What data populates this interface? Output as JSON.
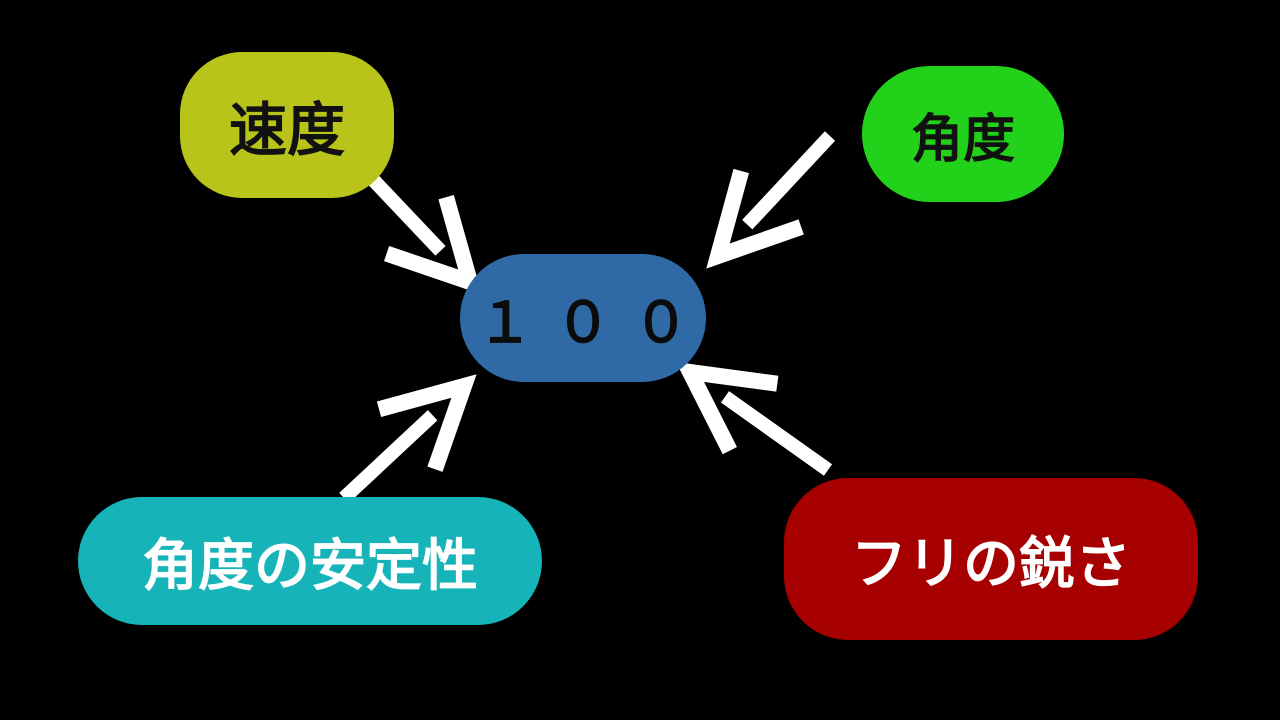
{
  "diagram": {
    "center": {
      "label": "１００",
      "color": "#2f6aa7",
      "text_color": "#0b0b0b"
    },
    "nodes": [
      {
        "id": "speed",
        "label": "速度",
        "color": "#b9c41a",
        "text_color": "#111111"
      },
      {
        "id": "angle",
        "label": "角度",
        "color": "#22d21a",
        "text_color": "#111111"
      },
      {
        "id": "stability",
        "label": "角度の安定性",
        "color": "#16b3b9",
        "text_color": "#ffffff"
      },
      {
        "id": "sharpness",
        "label": "フリの鋭さ",
        "color": "#a60000",
        "text_color": "#ffffff"
      }
    ],
    "edges": [
      {
        "from": "speed",
        "to": "center"
      },
      {
        "from": "angle",
        "to": "center"
      },
      {
        "from": "stability",
        "to": "center"
      },
      {
        "from": "sharpness",
        "to": "center"
      }
    ],
    "arrow_color": "#ffffff",
    "background": "#000000"
  }
}
